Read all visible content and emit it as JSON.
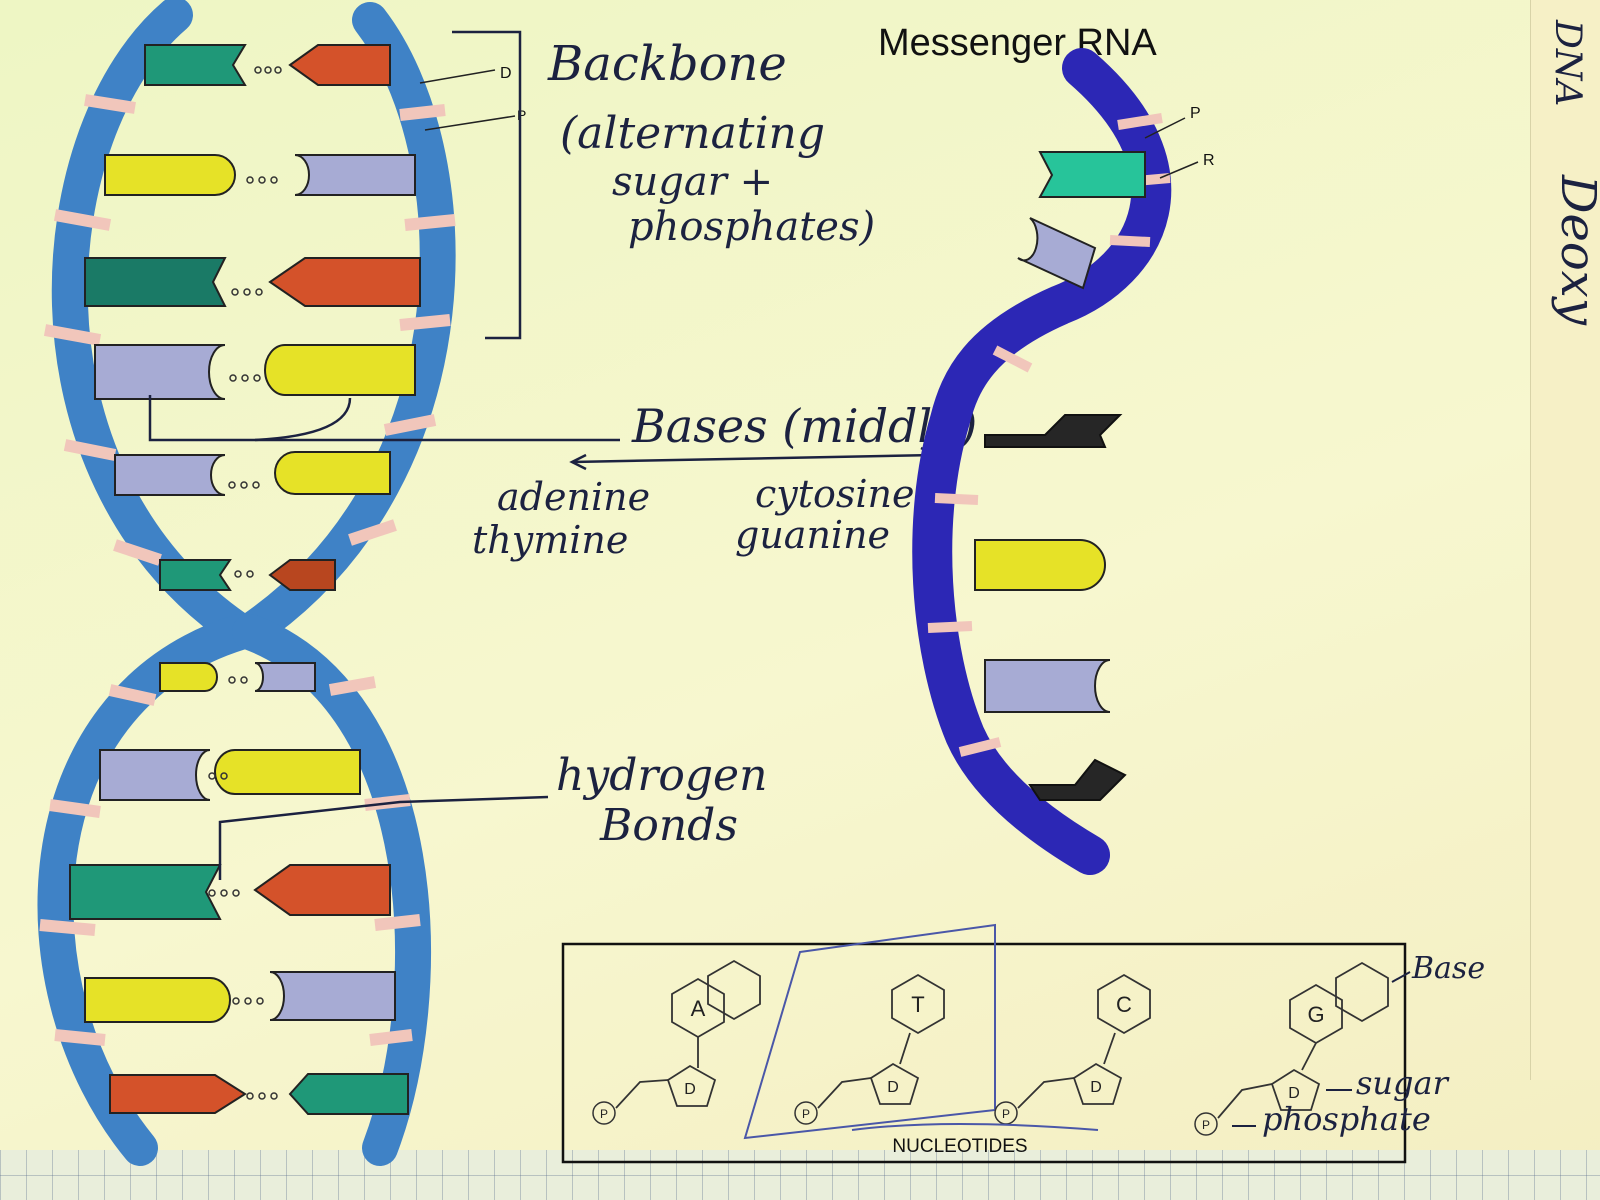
{
  "title": "Messenger RNA",
  "labels": {
    "backbone_line1": "Backbone",
    "backbone_line2": "(alternating",
    "backbone_line3": "sugar +",
    "backbone_line4": "phosphates)",
    "bases_heading": "Bases (middle)",
    "bases_left_1": "adenine",
    "bases_left_2": "thymine",
    "bases_right_1": "cytosine",
    "bases_right_2": "guanine",
    "hydrogen_line1": "hydrogen",
    "hydrogen_line2": "Bonds",
    "edge_text_1": "DNA",
    "edge_text_2": "Deoxy"
  },
  "dna_markers": {
    "d": "D",
    "p": "P"
  },
  "rna_markers": {
    "p": "P",
    "r": "R"
  },
  "nucleotides": {
    "caption": "NUCLEOTIDES",
    "items": [
      {
        "base": "A",
        "sugar": "D",
        "phosphate": "P"
      },
      {
        "base": "T",
        "sugar": "D",
        "phosphate": "P"
      },
      {
        "base": "C",
        "sugar": "D",
        "phosphate": "P"
      },
      {
        "base": "G",
        "sugar": "D",
        "phosphate": "P"
      }
    ],
    "annotation_base": "Base",
    "annotation_sugar": "sugar",
    "annotation_phosphate": "phosphate"
  },
  "colors": {
    "backbone": "#3f82c6",
    "rna_backbone": "#2c27b5",
    "green": "#1f9878",
    "orange": "#d4522a",
    "yellow": "#e6e227",
    "lavender": "#a7abd4",
    "dark": "#262626",
    "teal": "#27c49a"
  }
}
